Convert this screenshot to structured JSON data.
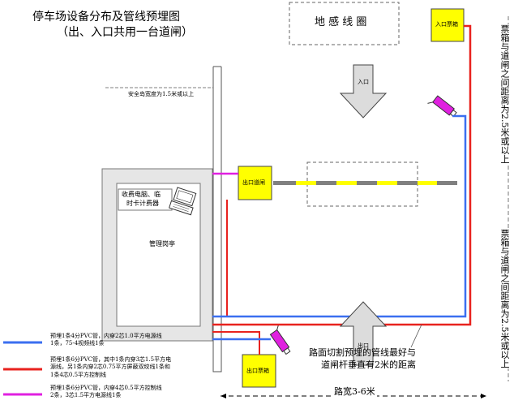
{
  "title": {
    "line1": "停车场设备分布及管线预埋图",
    "line2": "（出、入口共用一台道闸）"
  },
  "loop_detector": "地 感 线 圈",
  "entry_ticket_box": "入口票箱",
  "exit_ticket_box": "出口票箱",
  "exit_barrier": "出口道闸",
  "entry_arrow": "入口",
  "exit_arrow": "出口",
  "island_width": "安全岛宽度为1.5米或以上",
  "booth": {
    "equipment": [
      "收费电脑、临",
      "时卡计费器"
    ],
    "label": "管理岗亭"
  },
  "road_note": [
    "路面切割预埋的管线最好与",
    "道闸杆垂直有2米的距离"
  ],
  "road_width": "路宽3-6米",
  "vertical_right": "票箱与道闸之间距离为2.5米或以上",
  "vertical_left": "票箱与道闸之间距离为2.5米或以上",
  "legend": [
    {
      "color": "#3b6ff0",
      "text": "预埋1条4分PVC管，内穿2芯1.0平方电源线1条，75-4视频线1条"
    },
    {
      "color": "#e8221e",
      "text": "预埋1条6分PVC管，其中1条内穿3芯1.5平方电源线，另1条内穿2芯0.75平方屏蔽双绞线1条和1条4芯0.5平方控制线"
    },
    {
      "color": "#e020e0",
      "text": "预埋1条6分PVC管，内穿4芯0.5平方控制线2条，3芯1.5平方电源线1条"
    }
  ],
  "colors": {
    "blue": "#3b6ff0",
    "red": "#e8221e",
    "magenta": "#e020e0",
    "yellow": "#ffff00",
    "booth_fill": "#e6e6e6",
    "arrow_fill": "#dcdcdc"
  }
}
